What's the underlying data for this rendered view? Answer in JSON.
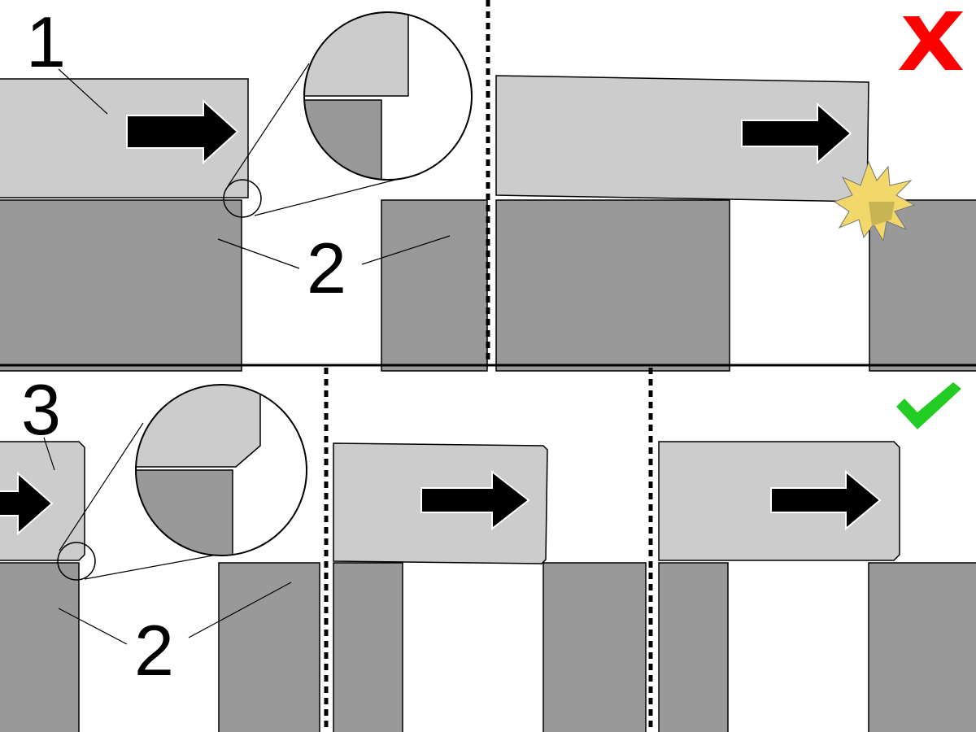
{
  "labels": {
    "part_1": "1",
    "part_2": "2",
    "part_3": "3"
  },
  "panels": [
    {
      "id": "square-edge-on-block",
      "part": "1"
    },
    {
      "id": "square-edge-collision",
      "result": "wrong",
      "marker": "red-x-icon",
      "marker_color": "#ff0000"
    },
    {
      "id": "chamfered-edge-on-block",
      "part": "3"
    },
    {
      "id": "chamfered-edge-transition",
      "result": "neutral"
    },
    {
      "id": "chamfered-edge-success",
      "result": "correct",
      "marker": "green-check-icon",
      "marker_color": "#22cc22"
    }
  ],
  "colors": {
    "workpiece": "#cccccc",
    "support_block": "#999999",
    "impact": "#f2d86a",
    "outline": "#000000"
  }
}
